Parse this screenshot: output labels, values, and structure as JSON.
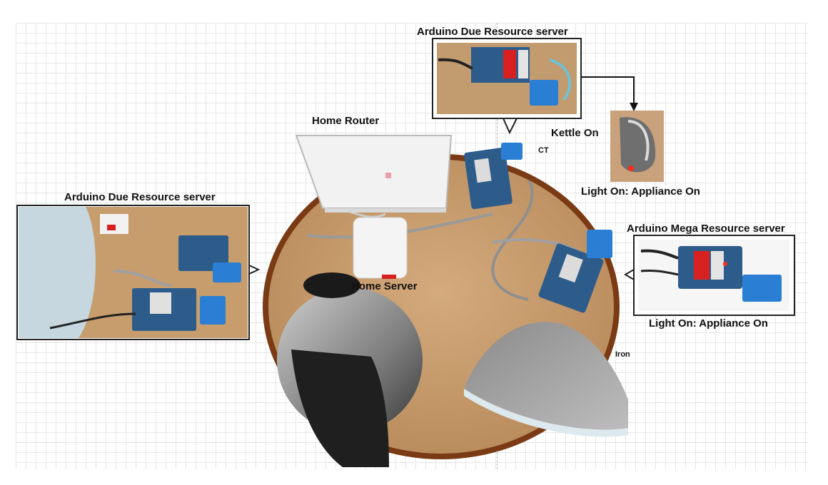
{
  "labels": {
    "top_server": "Arduino Due Resource server",
    "left_server": "Arduino Due Resource server",
    "right_server": "Arduino Mega Resource server",
    "home_router": "Home Router",
    "home_server": "Home Server",
    "kettle_on": "Kettle On",
    "ct": "CT",
    "light_on_top": "Light On: Appliance On",
    "light_on_right": "Light On: Appliance On",
    "iron": "Iron"
  },
  "colors": {
    "table_rim": "#7a3a14",
    "table_surface": "#c9a072",
    "ct_sensor": "#2a7fd4",
    "board_pcb": "#2e5c8a",
    "relay_red": "#d92020",
    "led_red": "#ff2a1a",
    "router_white": "#eeeeee"
  }
}
